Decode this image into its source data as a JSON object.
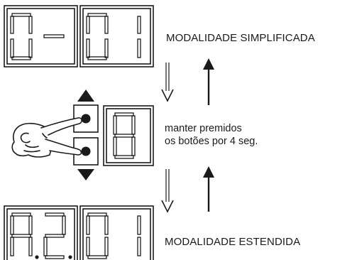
{
  "labels": {
    "simplified_mode": "MODALIDADE SIMPLIFICADA",
    "extended_mode": "MODALIDADE ESTENDIDA",
    "hold_instruction_line1": "manter premidos",
    "hold_instruction_line2": "os botões por 4 seg."
  },
  "displays": {
    "top": [
      "0",
      "-",
      "0",
      "1"
    ],
    "middle": [
      "8"
    ],
    "bottom": [
      "A.",
      "2.",
      "0",
      "1"
    ]
  },
  "colors": {
    "ink": "#1a1a1a",
    "background": "#ffffff"
  },
  "icons": {
    "hand": "pointing-hand-icon",
    "up_button": "triangle-up-icon",
    "down_button": "triangle-down-icon"
  }
}
